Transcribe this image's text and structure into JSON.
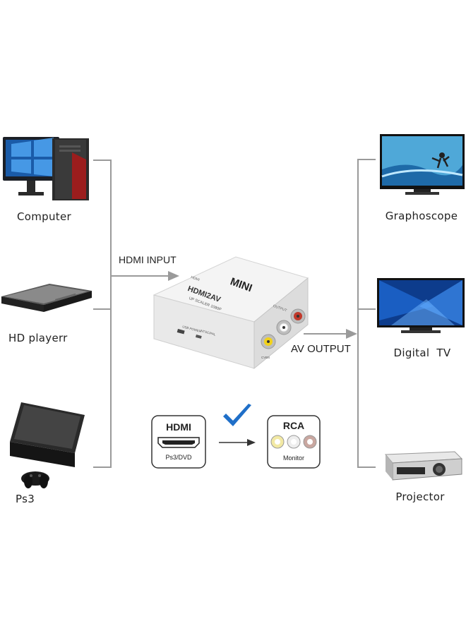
{
  "sources": [
    {
      "id": "computer",
      "label": "Computer",
      "icon": "computer-icon"
    },
    {
      "id": "hd-player",
      "label": "HD playerr",
      "icon": "dvd-player-icon"
    },
    {
      "id": "ps3",
      "label": "Ps3",
      "icon": "game-console-icon"
    }
  ],
  "outputs": [
    {
      "id": "graphoscope",
      "label": "Graphoscope",
      "icon": "monitor-icon"
    },
    {
      "id": "digital-tv",
      "label": "Digital  TV",
      "icon": "tv-icon"
    },
    {
      "id": "projector",
      "label": "Projector",
      "icon": "projector-icon"
    }
  ],
  "flow": {
    "input_label": "HDMI INPUT",
    "output_label": "AV OUTPUT"
  },
  "device": {
    "brand": "MINI",
    "model": "HDMI2AV",
    "subtitle": "UP SCALER 1080P",
    "input_port": "HDMI",
    "output_port": "OUTPUT",
    "switch_label": "NTSC/PAL",
    "power_label": "USB POWER",
    "video_label": "CVBS",
    "colors": {
      "body": "#f4f4f4",
      "yellow": "#f2d21a",
      "white": "#fafafa",
      "red": "#c0392b"
    }
  },
  "legend": {
    "hdmi_title": "HDMI",
    "hdmi_sub": "Ps3/DVD",
    "rca_title": "RCA",
    "rca_sub": "Monitor",
    "check_color": "#1f6fc8"
  }
}
